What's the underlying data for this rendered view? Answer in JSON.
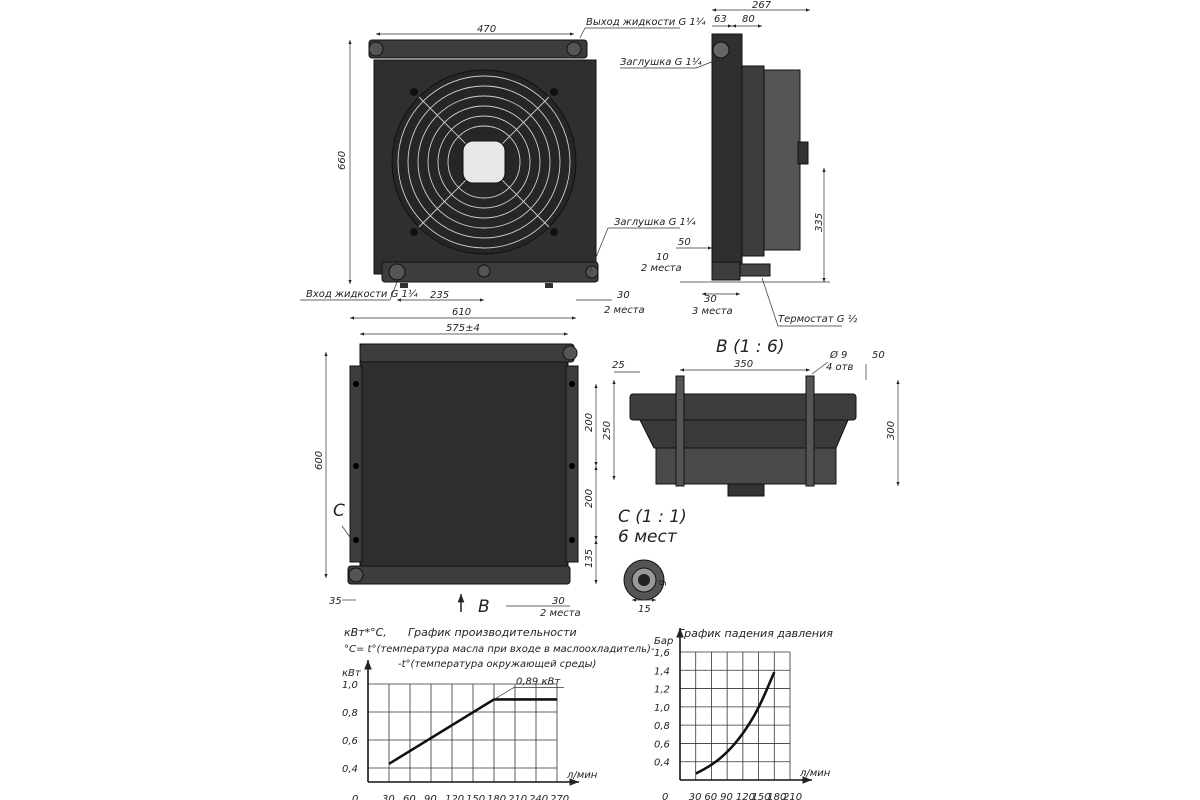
{
  "front_view": {
    "dim_470": "470",
    "dim_660": "660",
    "dim_235": "235",
    "dim_30": "30",
    "two_places": "2 места",
    "outlet_label": "Выход жидкости G 1¼",
    "plug_top_label": "Заглушка G 1¼",
    "plug_bottom_label": "Заглушка G 1¼",
    "inlet_label": "Вход жидкости G 1¼"
  },
  "side_view": {
    "dim_267": "267",
    "dim_63": "63",
    "dim_80": "80",
    "dim_50": "50",
    "dim_10": "10",
    "two_places": "2 места",
    "dim_30": "30",
    "three_places": "3 места",
    "dim_335": "335",
    "thermostat_label": "Термостат G ½"
  },
  "rear_view": {
    "dim_610": "610",
    "dim_575": "575±4",
    "dim_600": "600",
    "dim_200a": "200",
    "dim_200b": "200",
    "dim_135": "135",
    "dim_35": "35",
    "dim_30": "30",
    "two_places": "2 места",
    "section_c": "C",
    "arrow_b": "B"
  },
  "view_b": {
    "title": "B (1 : 6)",
    "dim_350": "350",
    "dim_25": "25",
    "hole_dia": "Ø 9",
    "holes": "4 отв",
    "dim_50": "50",
    "dim_250": "250",
    "dim_300": "300"
  },
  "view_c": {
    "title": "C (1 : 1)",
    "subtitle": "6 мест",
    "dim_15": "15",
    "dim_9": "9"
  },
  "perf_chart": {
    "unit_note": "кВт*°С,",
    "title": "График производительности",
    "desc1": "°C= t°(температура масла при входе в маслоохладитель)-",
    "desc2": "-t°(температура окружающей среды)"
  },
  "pressure_chart": {
    "title": "График падения давления"
  },
  "chart_data": [
    {
      "type": "line",
      "x": [
        30,
        180,
        270
      ],
      "y": [
        0.43,
        0.89,
        0.89
      ],
      "ylabel": "кВт",
      "xlabel": "л/мин",
      "x_ticks": [
        "0",
        "30",
        "60",
        "90",
        "120",
        "150",
        "180",
        "210",
        "240",
        "270"
      ],
      "y_ticks": [
        "0,4",
        "0,6",
        "0,8",
        "1,0"
      ],
      "xlim": [
        0,
        270
      ],
      "ylim": [
        0.3,
        1.0
      ],
      "annotation": "0,89 кВт",
      "grid": true
    },
    {
      "type": "line",
      "x": [
        30,
        60,
        90,
        120,
        150,
        180
      ],
      "y": [
        0.27,
        0.36,
        0.5,
        0.7,
        0.98,
        1.38
      ],
      "ylabel": "Бар",
      "xlabel": "л/мин",
      "x_ticks": [
        "0",
        "30",
        "60",
        "90",
        "120",
        "150",
        "180",
        "210"
      ],
      "y_ticks": [
        "0,4",
        "0,6",
        "0,8",
        "1,0",
        "1,2",
        "1,4",
        "1,6"
      ],
      "xlim": [
        0,
        210
      ],
      "ylim": [
        0.2,
        1.6
      ],
      "grid": true
    }
  ]
}
